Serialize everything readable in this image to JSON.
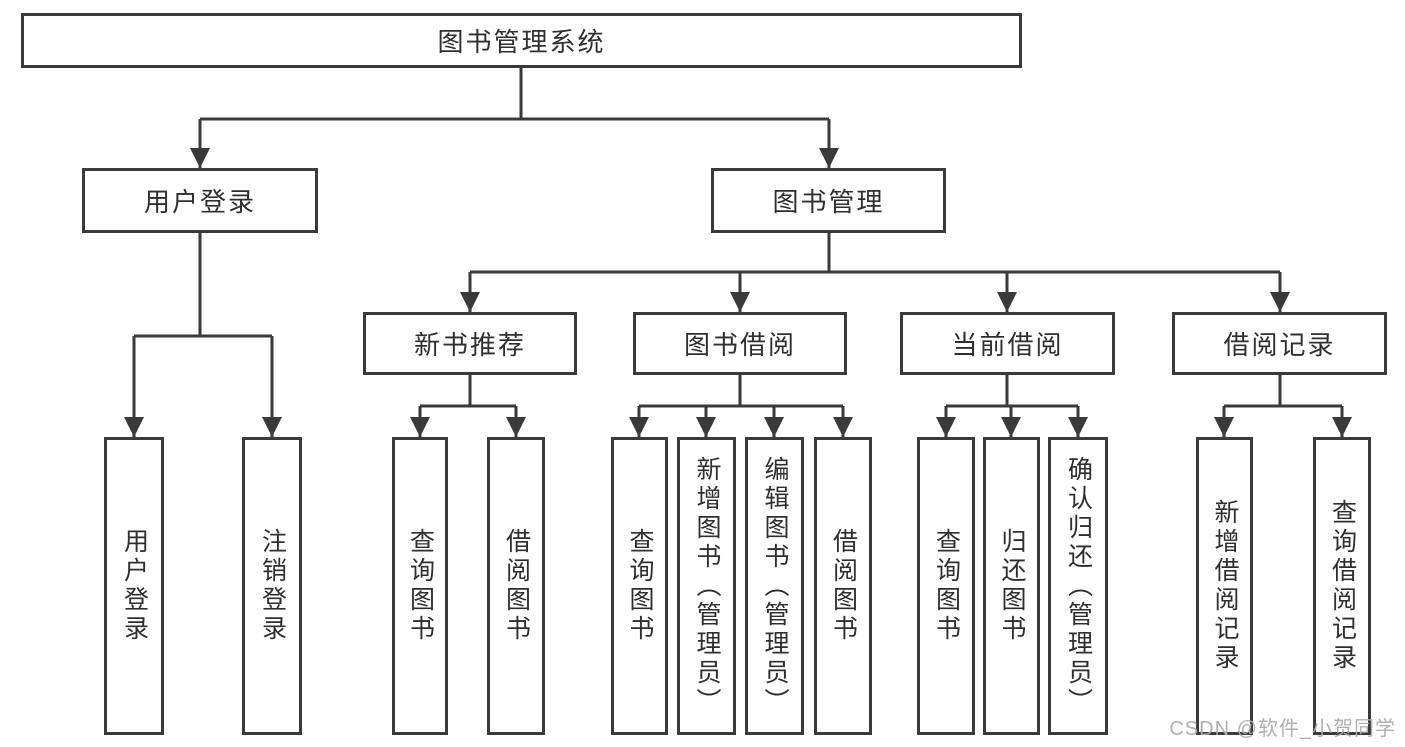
{
  "nodes": {
    "root": "图书管理系统",
    "user_login": "用户登录",
    "book_management": "图书管理",
    "new_book_recommend": "新书推荐",
    "book_borrowing": "图书借阅",
    "current_borrowing": "当前借阅",
    "borrowing_records": "借阅记录",
    "leaf_user_login": "用户登录",
    "leaf_logout": "注销登录",
    "leaf_recommend_query_books": "查询图书",
    "leaf_recommend_borrow_books": "借阅图书",
    "leaf_borrowing_query_books": "查询图书",
    "leaf_borrowing_add_books": "新增图书（管理员）",
    "leaf_borrowing_edit_books": "编辑图书（管理员）",
    "leaf_borrowing_borrow_books": "借阅图书",
    "leaf_current_query_books": "查询图书",
    "leaf_current_return_books": "归还图书",
    "leaf_current_confirm_return": "确认归还（管理员）",
    "leaf_records_add_record": "新增借阅记录",
    "leaf_records_query_record": "查询借阅记录"
  },
  "watermark": "CSDN @软件_小贺同学",
  "colors": {
    "line": "#3a3a3a",
    "box_border": "#3a3a3a",
    "box_fill": "#ffffff",
    "text": "#2f2f2f",
    "background": "#ffffff",
    "watermark": "#acacac"
  }
}
